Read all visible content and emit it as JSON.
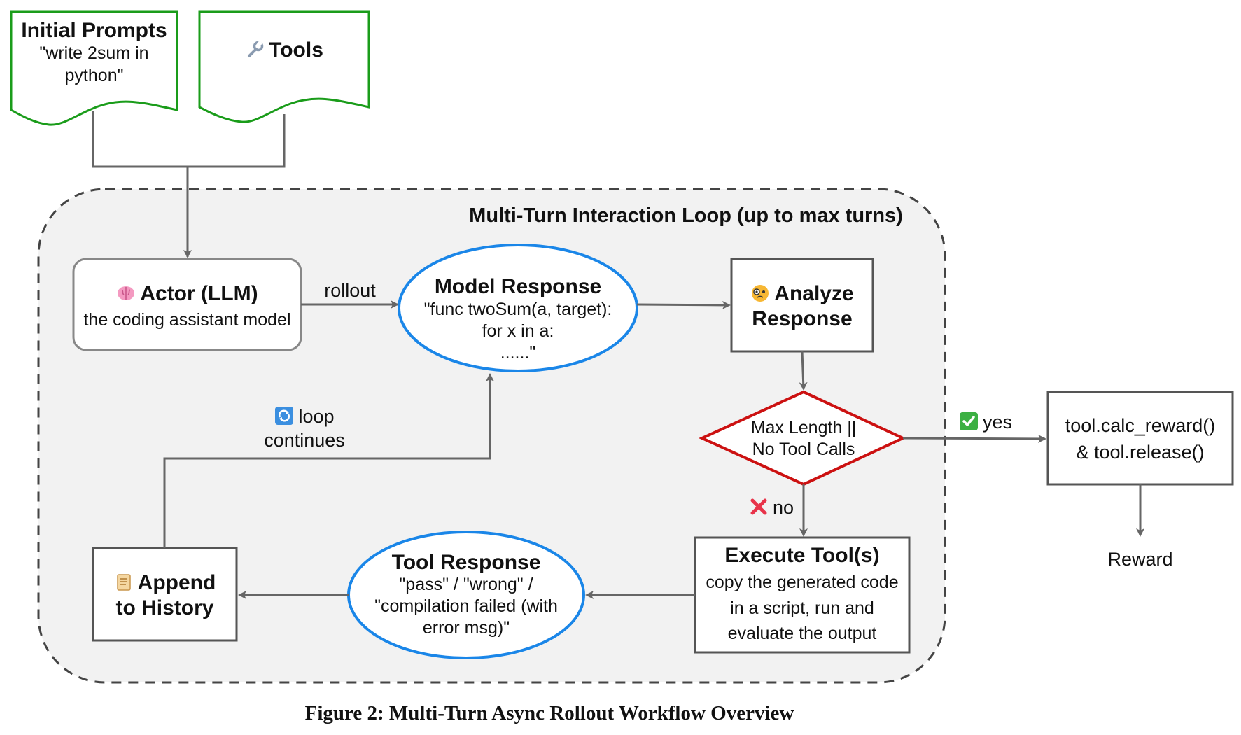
{
  "inputs": {
    "prompts": {
      "title": "Initial Prompts",
      "line1": "\"write 2sum in",
      "line2": "python\""
    },
    "tools": {
      "title": "Tools",
      "icon": "wrench-icon"
    }
  },
  "loop": {
    "title": "Multi-Turn Interaction Loop (up to max turns)"
  },
  "actor": {
    "title": "Actor (LLM)",
    "subtitle": "the coding assistant model",
    "icon": "brain-icon"
  },
  "edges": {
    "rollout": "rollout",
    "loop_line1": "loop",
    "loop_line2": "continues",
    "yes": "yes",
    "no": "no"
  },
  "model_response": {
    "title": "Model Response",
    "line1": "\"func twoSum(a, target):",
    "line2": "for x in a:",
    "line3": "......\""
  },
  "analyze": {
    "line1": "Analyze",
    "line2": "Response",
    "icon": "face-with-monocle-icon"
  },
  "decision": {
    "line1": "Max Length ||",
    "line2": "No Tool Calls"
  },
  "reward_box": {
    "line1": "tool.calc_reward()",
    "line2": "& tool.release()"
  },
  "reward": "Reward",
  "execute": {
    "title": "Execute Tool(s)",
    "line1": "copy the generated code",
    "line2": "in a script, run and",
    "line3": "evaluate the output"
  },
  "tool_response": {
    "title": "Tool Response",
    "line1": "\"pass\" / \"wrong\" /",
    "line2": "\"compilation failed (with",
    "line3": "error msg)\""
  },
  "append": {
    "line1": "Append",
    "line2": "to History",
    "icon": "scroll-icon"
  },
  "caption": "Figure 2: Multi-Turn Async Rollout Workflow Overview",
  "colors": {
    "doc_border": "#1a9c1a",
    "ellipse_border": "#1a86e8",
    "diamond_border": "#cc1111",
    "box_border": "#555555",
    "loop_fill": "#f2f2f2",
    "arrow": "#666666"
  }
}
